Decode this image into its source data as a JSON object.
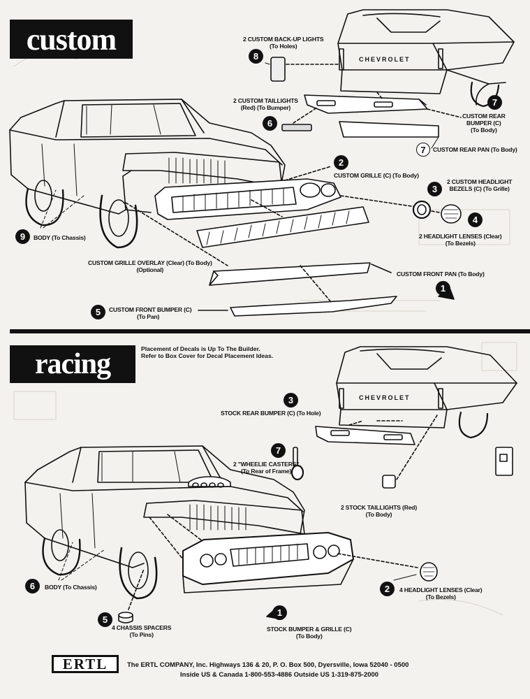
{
  "custom": {
    "title": "custom",
    "parts": [
      {
        "num": "8",
        "text": [
          "2 CUSTOM BACK-UP LIGHTS",
          "(To Holes)"
        ]
      },
      {
        "num": "6",
        "text": [
          "2 CUSTOM TAILLIGHTS",
          "(Red) (To Bumper)"
        ]
      },
      {
        "num": "7",
        "text": [
          "CUSTOM REAR",
          "BUMPER (C)",
          "(To Body)"
        ]
      },
      {
        "num": "7",
        "text": [
          "CUSTOM REAR PAN (To Body)"
        ]
      },
      {
        "num": "2",
        "text": [
          "CUSTOM GRILLE (C) (To Body)"
        ]
      },
      {
        "num": "3",
        "text": [
          "2 CUSTOM HEADLIGHT",
          "BEZELS (C) (To Grille)"
        ]
      },
      {
        "num": "4",
        "text": [
          "2 HEADLIGHT LENSES (Clear)",
          "(To Bezels)"
        ]
      },
      {
        "num": "9",
        "text": [
          "BODY (To Chassis)"
        ]
      },
      {
        "num": "",
        "text": [
          "CUSTOM GRILLE OVERLAY (Clear) (To Body)",
          "(Optional)"
        ]
      },
      {
        "num": "1",
        "text": [
          "CUSTOM FRONT PAN (To Body)"
        ]
      },
      {
        "num": "5",
        "text": [
          "CUSTOM FRONT BUMPER (C)",
          "(To Pan)"
        ]
      }
    ],
    "tailgate_text": "CHEVROLET"
  },
  "racing": {
    "title": "racing",
    "note": [
      "Placement of Decals is Up To The Builder.",
      "Refer to Box Cover for Decal Placement Ideas."
    ],
    "parts": [
      {
        "num": "3",
        "text": [
          "STOCK REAR BUMPER (C) (To Hole)"
        ]
      },
      {
        "num": "7",
        "text": [
          "2 \"WHEELIE CASTERS\"",
          "(To Rear of Frame)"
        ]
      },
      {
        "num": "",
        "text": [
          "2 STOCK TAILLIGHTS (Red)",
          "(To Body)"
        ]
      },
      {
        "num": "6",
        "text": [
          "BODY (To Chassis)"
        ]
      },
      {
        "num": "2",
        "text": [
          "4 HEADLIGHT LENSES (Clear)",
          "(To Bezels)"
        ]
      },
      {
        "num": "5",
        "text": [
          "4 CHASSIS SPACERS",
          "(To Pins)"
        ]
      },
      {
        "num": "1",
        "text": [
          "STOCK BUMPER & GRILLE (C)",
          "(To Body)"
        ]
      }
    ],
    "tailgate_text": "CHEVROLET"
  },
  "footer": {
    "logo": "ERTL",
    "line1": "The ERTL COMPANY, Inc.   Highways 136 & 20,  P. O. Box 500,   Dyersville, Iowa    52040 - 0500",
    "line2": "Inside US & Canada 1-800-553-4886   Outside US 1-319-875-2000"
  }
}
